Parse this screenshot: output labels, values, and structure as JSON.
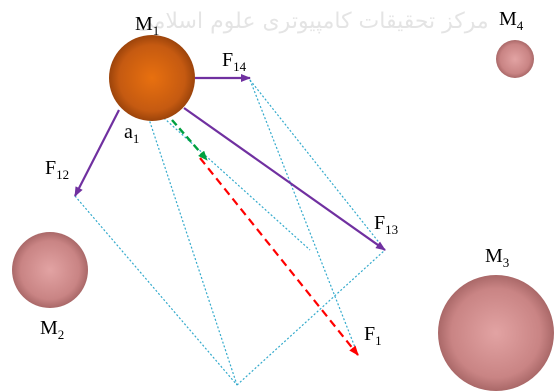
{
  "watermark": "مرکز تحقیقات کامپیوتری علوم اسلامی",
  "colors": {
    "force_arrow": "#7030a0",
    "accel_arrow": "#00a040",
    "resultant_arrow": "#ff0000",
    "construction": "#33aacc",
    "mass_main": "#c55a11",
    "mass_other": "#d99694"
  },
  "masses": [
    {
      "id": "M1",
      "name": "M",
      "sub": "1"
    },
    {
      "id": "M2",
      "name": "M",
      "sub": "2"
    },
    {
      "id": "M3",
      "name": "M",
      "sub": "3"
    },
    {
      "id": "M4",
      "name": "M",
      "sub": "4"
    }
  ],
  "forces": [
    {
      "id": "F12",
      "name": "F",
      "sub": "12"
    },
    {
      "id": "F13",
      "name": "F",
      "sub": "13"
    },
    {
      "id": "F14",
      "name": "F",
      "sub": "14"
    },
    {
      "id": "F1",
      "name": "F",
      "sub": "1"
    }
  ],
  "acceleration": {
    "name": "a",
    "sub": "1"
  }
}
